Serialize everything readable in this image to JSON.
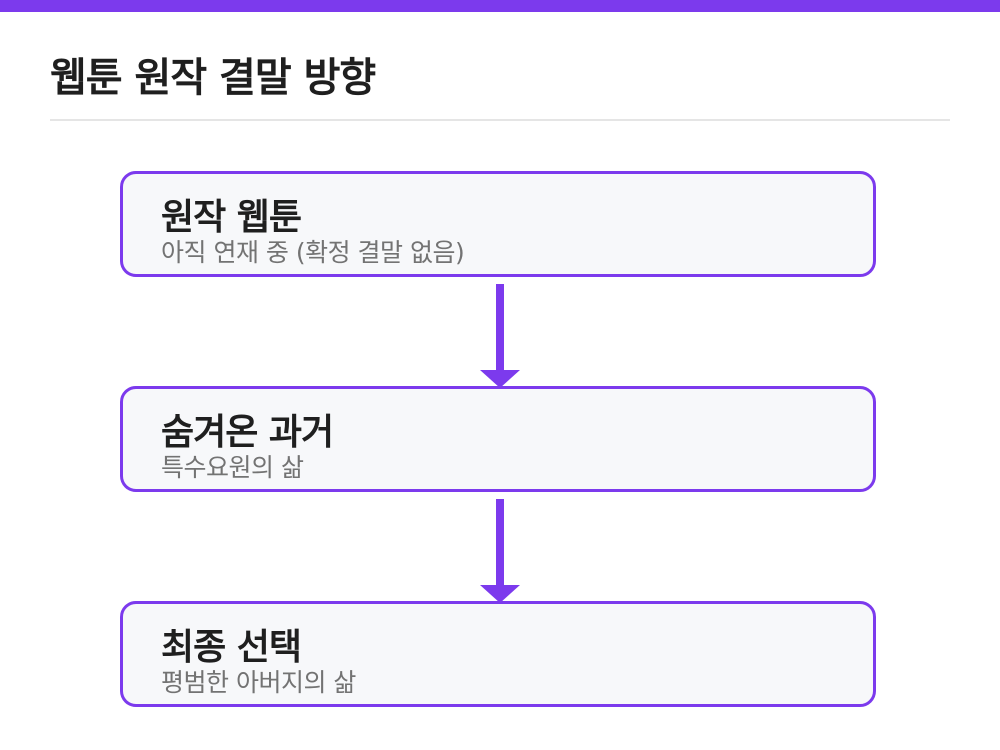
{
  "page": {
    "title": "웹툰 원작 결말 방향"
  },
  "steps": [
    {
      "title": "원작 웹툰",
      "subtitle": "아직 연재 중 (확정 결말 없음)"
    },
    {
      "title": "숨겨온 과거",
      "subtitle": "특수요원의 삶"
    },
    {
      "title": "최종 선택",
      "subtitle": "평범한 아버지의 삶"
    }
  ],
  "colors": {
    "accent": "#7c3aed",
    "box_background": "#f7f8fa",
    "title_text": "#1f1f1f",
    "subtitle_text": "#737373",
    "divider": "#e5e5e5"
  }
}
